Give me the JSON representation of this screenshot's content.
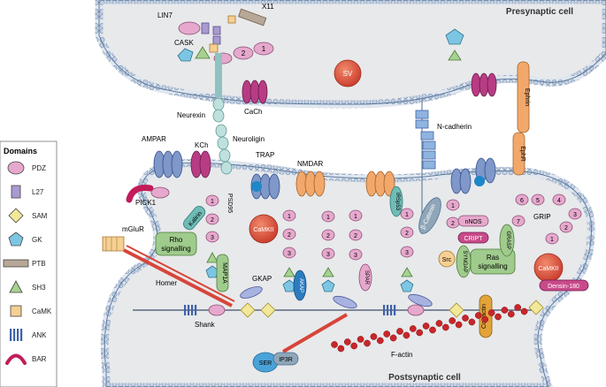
{
  "cells": {
    "pre": "Presynaptic cell",
    "post": "Postsynaptic cell"
  },
  "legend": {
    "title": "Domains",
    "items": [
      {
        "shape": "pdz",
        "label": "PDZ",
        "color": "#e6a8cd"
      },
      {
        "shape": "l27",
        "label": "L27",
        "color": "#a99ad0"
      },
      {
        "shape": "sam",
        "label": "SAM",
        "color": "#f3e79a"
      },
      {
        "shape": "gk",
        "label": "GK",
        "color": "#7cc6e4"
      },
      {
        "shape": "ptb",
        "label": "PTB",
        "color": "#b7a796"
      },
      {
        "shape": "sh3",
        "label": "SH3",
        "color": "#a6d18f"
      },
      {
        "shape": "camk",
        "label": "CaMK",
        "color": "#f6cf93"
      },
      {
        "shape": "ank",
        "label": "ANK",
        "color": "#3f63a9"
      },
      {
        "shape": "bar",
        "label": "BAR",
        "color": "#c21c5a"
      }
    ]
  },
  "labels": {
    "lin7": "LIN7",
    "cask": "CASK",
    "x11": "X11",
    "sv": "SV",
    "cach": "CaCh",
    "neurexin": "Neurexin",
    "neuroligin": "Neuroligin",
    "ampar": "AMPAR",
    "kch": "KCh",
    "trap": "TRAP",
    "nmdar": "NMDAR",
    "ncadherin": "N-cadherin",
    "ephrin": "Ephrin",
    "ephr": "EphR",
    "pick1": "PICK1",
    "mglur": "mGluR",
    "psd95": "PSD95",
    "kalirin": "Kalirin",
    "rho": "Rho\nsignalling",
    "camkii": "CaMKII",
    "map1a": "MAP1A",
    "gkap": "GKAP",
    "akap": "AKAP",
    "spar": "SPAR",
    "irsp53": "IRSp53",
    "bcatenin": "β-Catenin",
    "nnos": "nNOS",
    "cript": "CRIPT",
    "src": "Src",
    "syngap": "SYNGAP",
    "ras": "Ras\nsignalling",
    "grasp": "GRASP",
    "grip": "GRIP",
    "camkii2": "CaMKII",
    "densin": "Densin-180",
    "homer": "Homer",
    "shank": "Shank",
    "cortactin": "Cortactin",
    "factin": "F-actin",
    "ser": "SER",
    "ip3r": "IP3R"
  },
  "colors": {
    "membrane_head": "#c9d6e6",
    "membrane_edge": "#4d6f94",
    "cytoplasm": "#e9eaec",
    "pdz": "#e6a8cd",
    "receptor_blue": "#7f97c9",
    "receptor_orange": "#f2a86b",
    "receptor_magenta": "#b83c84",
    "camkii": "#e1553a",
    "green": "#9fcb8c",
    "teal": "#6fbcb7",
    "homer": "#d7453a"
  }
}
